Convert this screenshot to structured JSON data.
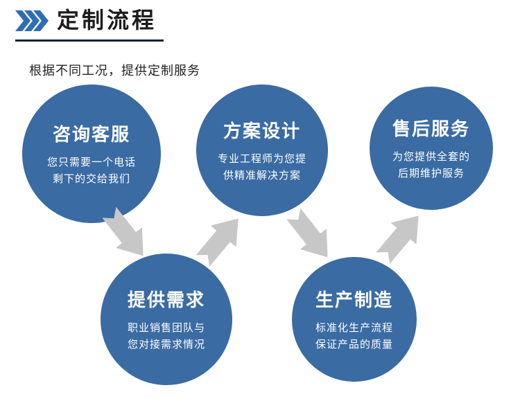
{
  "header": {
    "title": "定制流程",
    "subtitle": "根据不同工况，提供定制服务"
  },
  "steps": [
    {
      "title": "咨询客服",
      "desc": "您只需要一个电话\n剩下的交给我们"
    },
    {
      "title": "提供需求",
      "desc": "职业销售团队与\n您对接需求情况"
    },
    {
      "title": "方案设计",
      "desc": "专业工程师为您提\n供精准解决方案"
    },
    {
      "title": "生产制造",
      "desc": "标准化生产流程\n保证产品的质量"
    },
    {
      "title": "售后服务",
      "desc": "为您提供全套的\n后期维护服务"
    }
  ],
  "colors": {
    "circle_blue": "#3a6ba3",
    "chevron_blue": "#2e6db4",
    "arrow_gray": "#c7c7c7",
    "underline_dark": "#161f36",
    "title_text": "#1c1c1c",
    "circle_text": "#ffffff"
  }
}
